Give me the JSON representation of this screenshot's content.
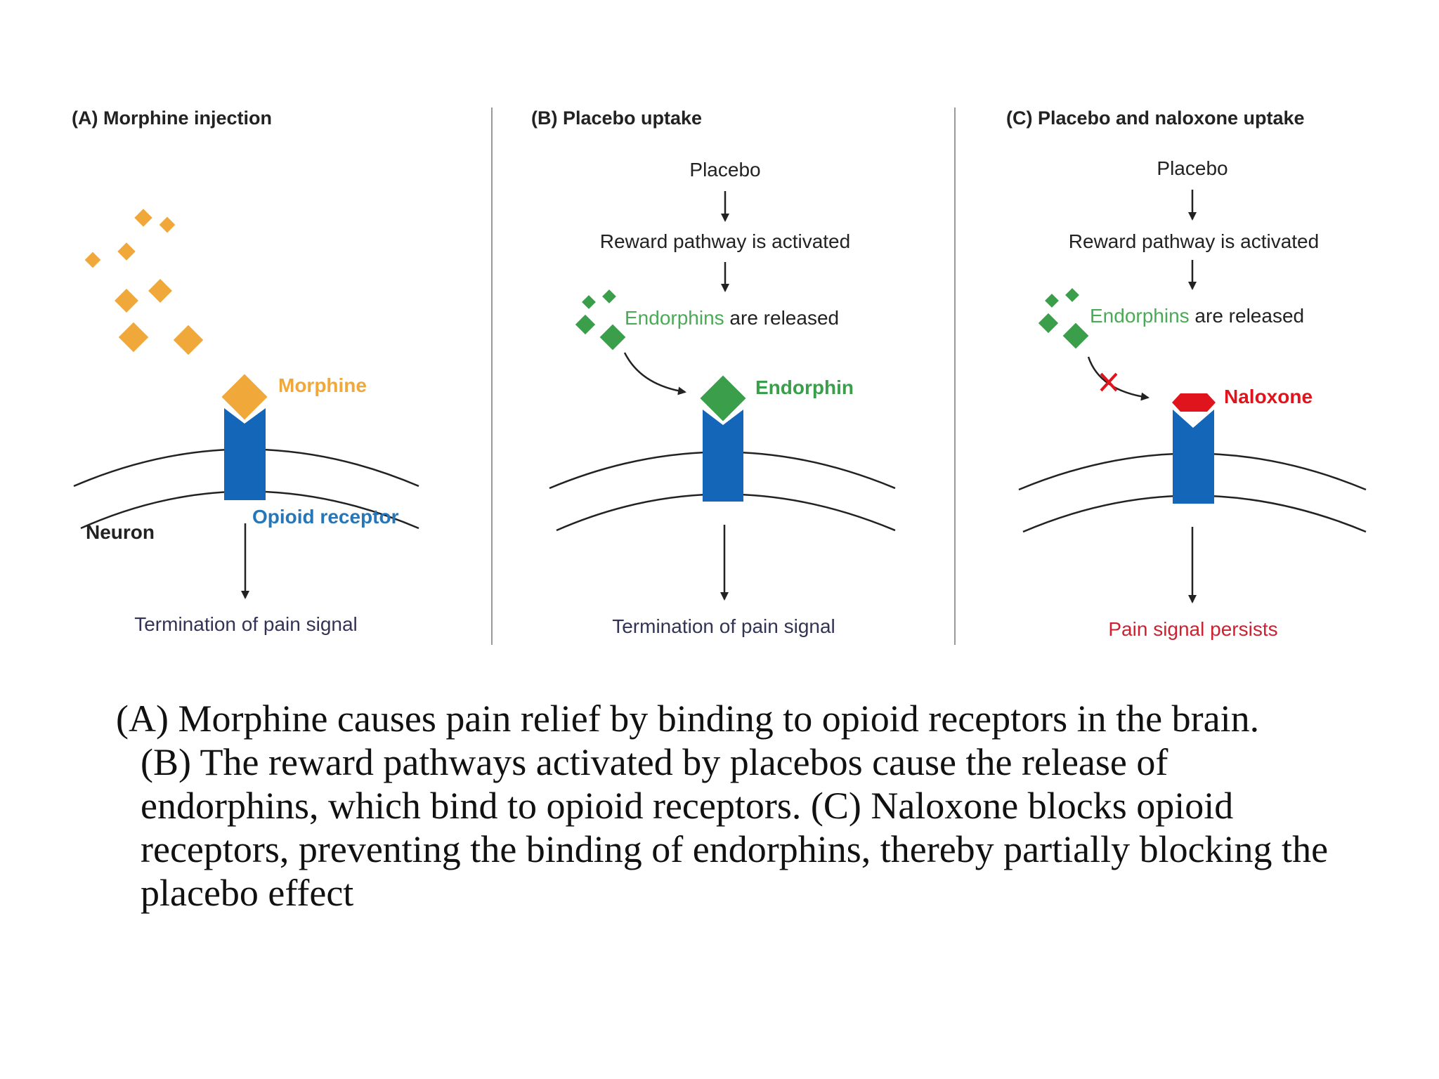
{
  "panels": {
    "a": {
      "title": "(A) Morphine injection",
      "ligand_label": "Morphine",
      "receptor_label": "Opioid receptor",
      "cell_label": "Neuron",
      "outcome": "Termination of pain signal"
    },
    "b": {
      "title": "(B) Placebo uptake",
      "step1": "Placebo",
      "step2": "Reward pathway is activated",
      "step3_highlight": "Endorphins",
      "step3_rest": " are released",
      "ligand_label": "Endorphin",
      "outcome": "Termination of pain signal"
    },
    "c": {
      "title": "(C) Placebo and naloxone uptake",
      "step1": "Placebo",
      "step2": "Reward pathway is activated",
      "step3_highlight": "Endorphins",
      "step3_rest": " are released",
      "blocker_label": "Naloxone",
      "outcome": "Pain signal persists"
    }
  },
  "caption": {
    "line1": "(A) Morphine causes pain relief by binding to opioid receptors in the brain.",
    "rest": "(B) The reward pathways activated by placebos cause the release of endorphins, which bind to opioid receptors. (C) Naloxone blocks opioid receptors, preventing the binding of endorphins, thereby partially blocking the placebo effect"
  },
  "colors": {
    "morphine": "#f0a83a",
    "endorphin": "#3a9e4a",
    "naloxone": "#e0141c",
    "receptor": "#1366b8",
    "receptor_label": "#2777b8",
    "outcome_normal": "#333355",
    "outcome_pain": "#cc2230"
  }
}
